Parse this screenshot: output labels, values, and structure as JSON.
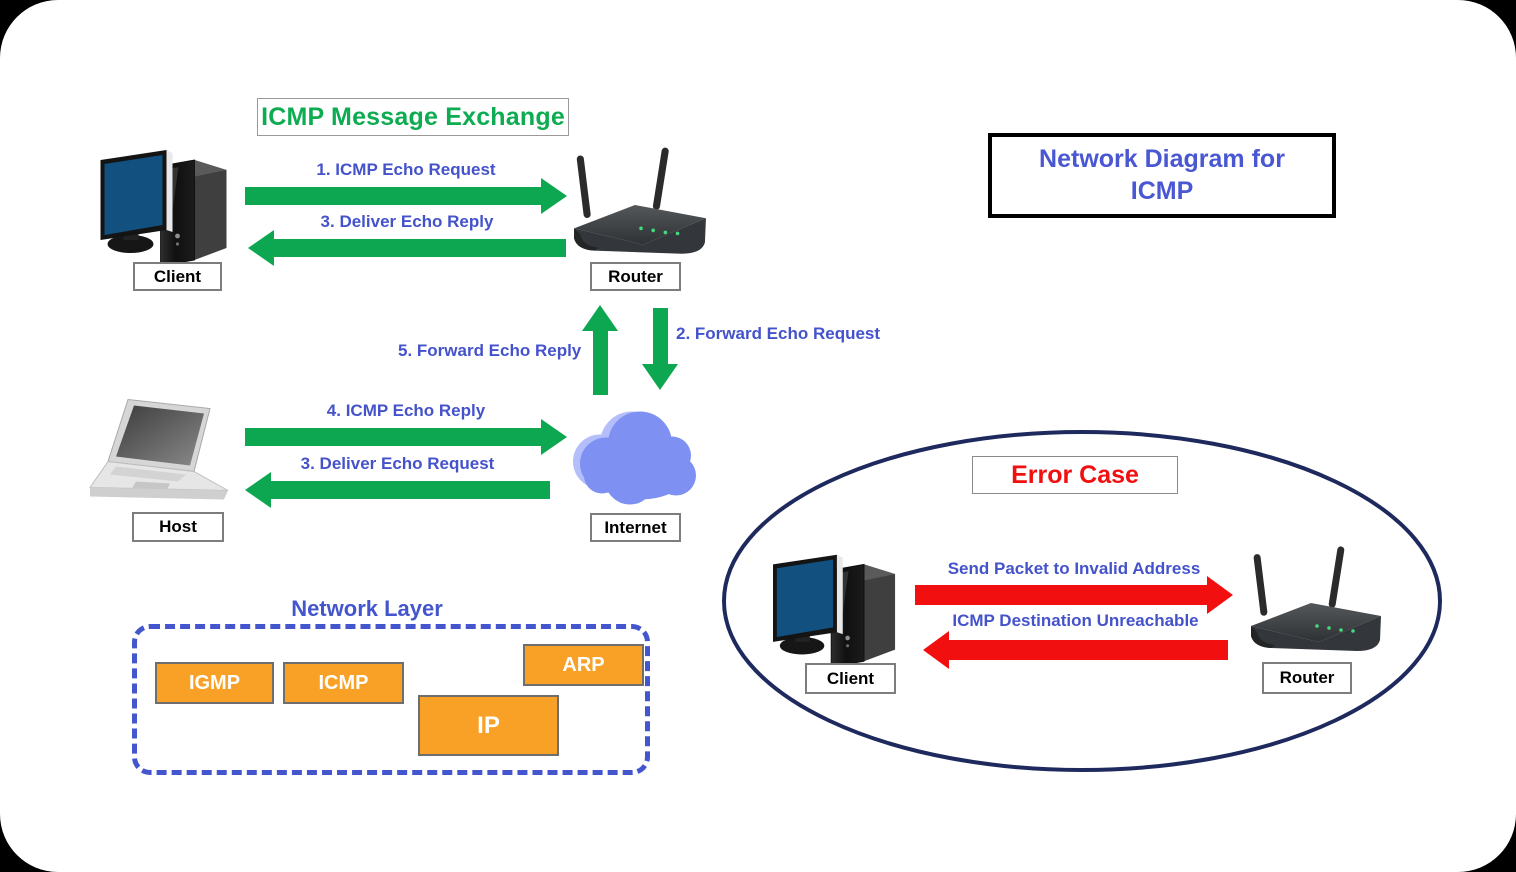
{
  "header": {
    "exchange_title": "ICMP Message Exchange",
    "diagram_title_line1": "Network Diagram for",
    "diagram_title_line2": "ICMP"
  },
  "exchange": {
    "nodes": {
      "client": "Client",
      "router": "Router",
      "host": "Host",
      "internet": "Internet"
    },
    "flows": [
      {
        "label": "1. ICMP Echo Request",
        "direction": "right",
        "color": "green"
      },
      {
        "label": "3. Deliver Echo Reply",
        "direction": "left",
        "color": "green"
      },
      {
        "label": "5. Forward Echo Reply",
        "direction": "up",
        "color": "green"
      },
      {
        "label": "2. Forward Echo Request",
        "direction": "down",
        "color": "green"
      },
      {
        "label": "4. ICMP Echo Reply",
        "direction": "right",
        "color": "green"
      },
      {
        "label": "3. Deliver Echo Request",
        "direction": "left",
        "color": "green"
      }
    ]
  },
  "network_layer": {
    "title": "Network Layer",
    "protocols": [
      "IGMP",
      "ICMP",
      "ARP",
      "IP"
    ]
  },
  "error_case": {
    "title": "Error Case",
    "nodes": {
      "client": "Client",
      "router": "Router"
    },
    "flows": [
      {
        "label": "Send Packet to Invalid Address",
        "direction": "right",
        "color": "red"
      },
      {
        "label": "ICMP Destination Unreachable",
        "direction": "left",
        "color": "red"
      }
    ]
  },
  "colors": {
    "arrow_green": "#0CA750",
    "arrow_red": "#F20F0F",
    "flow_label_blue": "#4553CB",
    "title_green": "#0EAC52",
    "title_blue": "#4A57D2",
    "error_red": "#F20F0F",
    "protocol_orange": "#F9A126",
    "ellipse_navy": "#1E2A5E",
    "cloud_blue": "#7E90F2"
  }
}
